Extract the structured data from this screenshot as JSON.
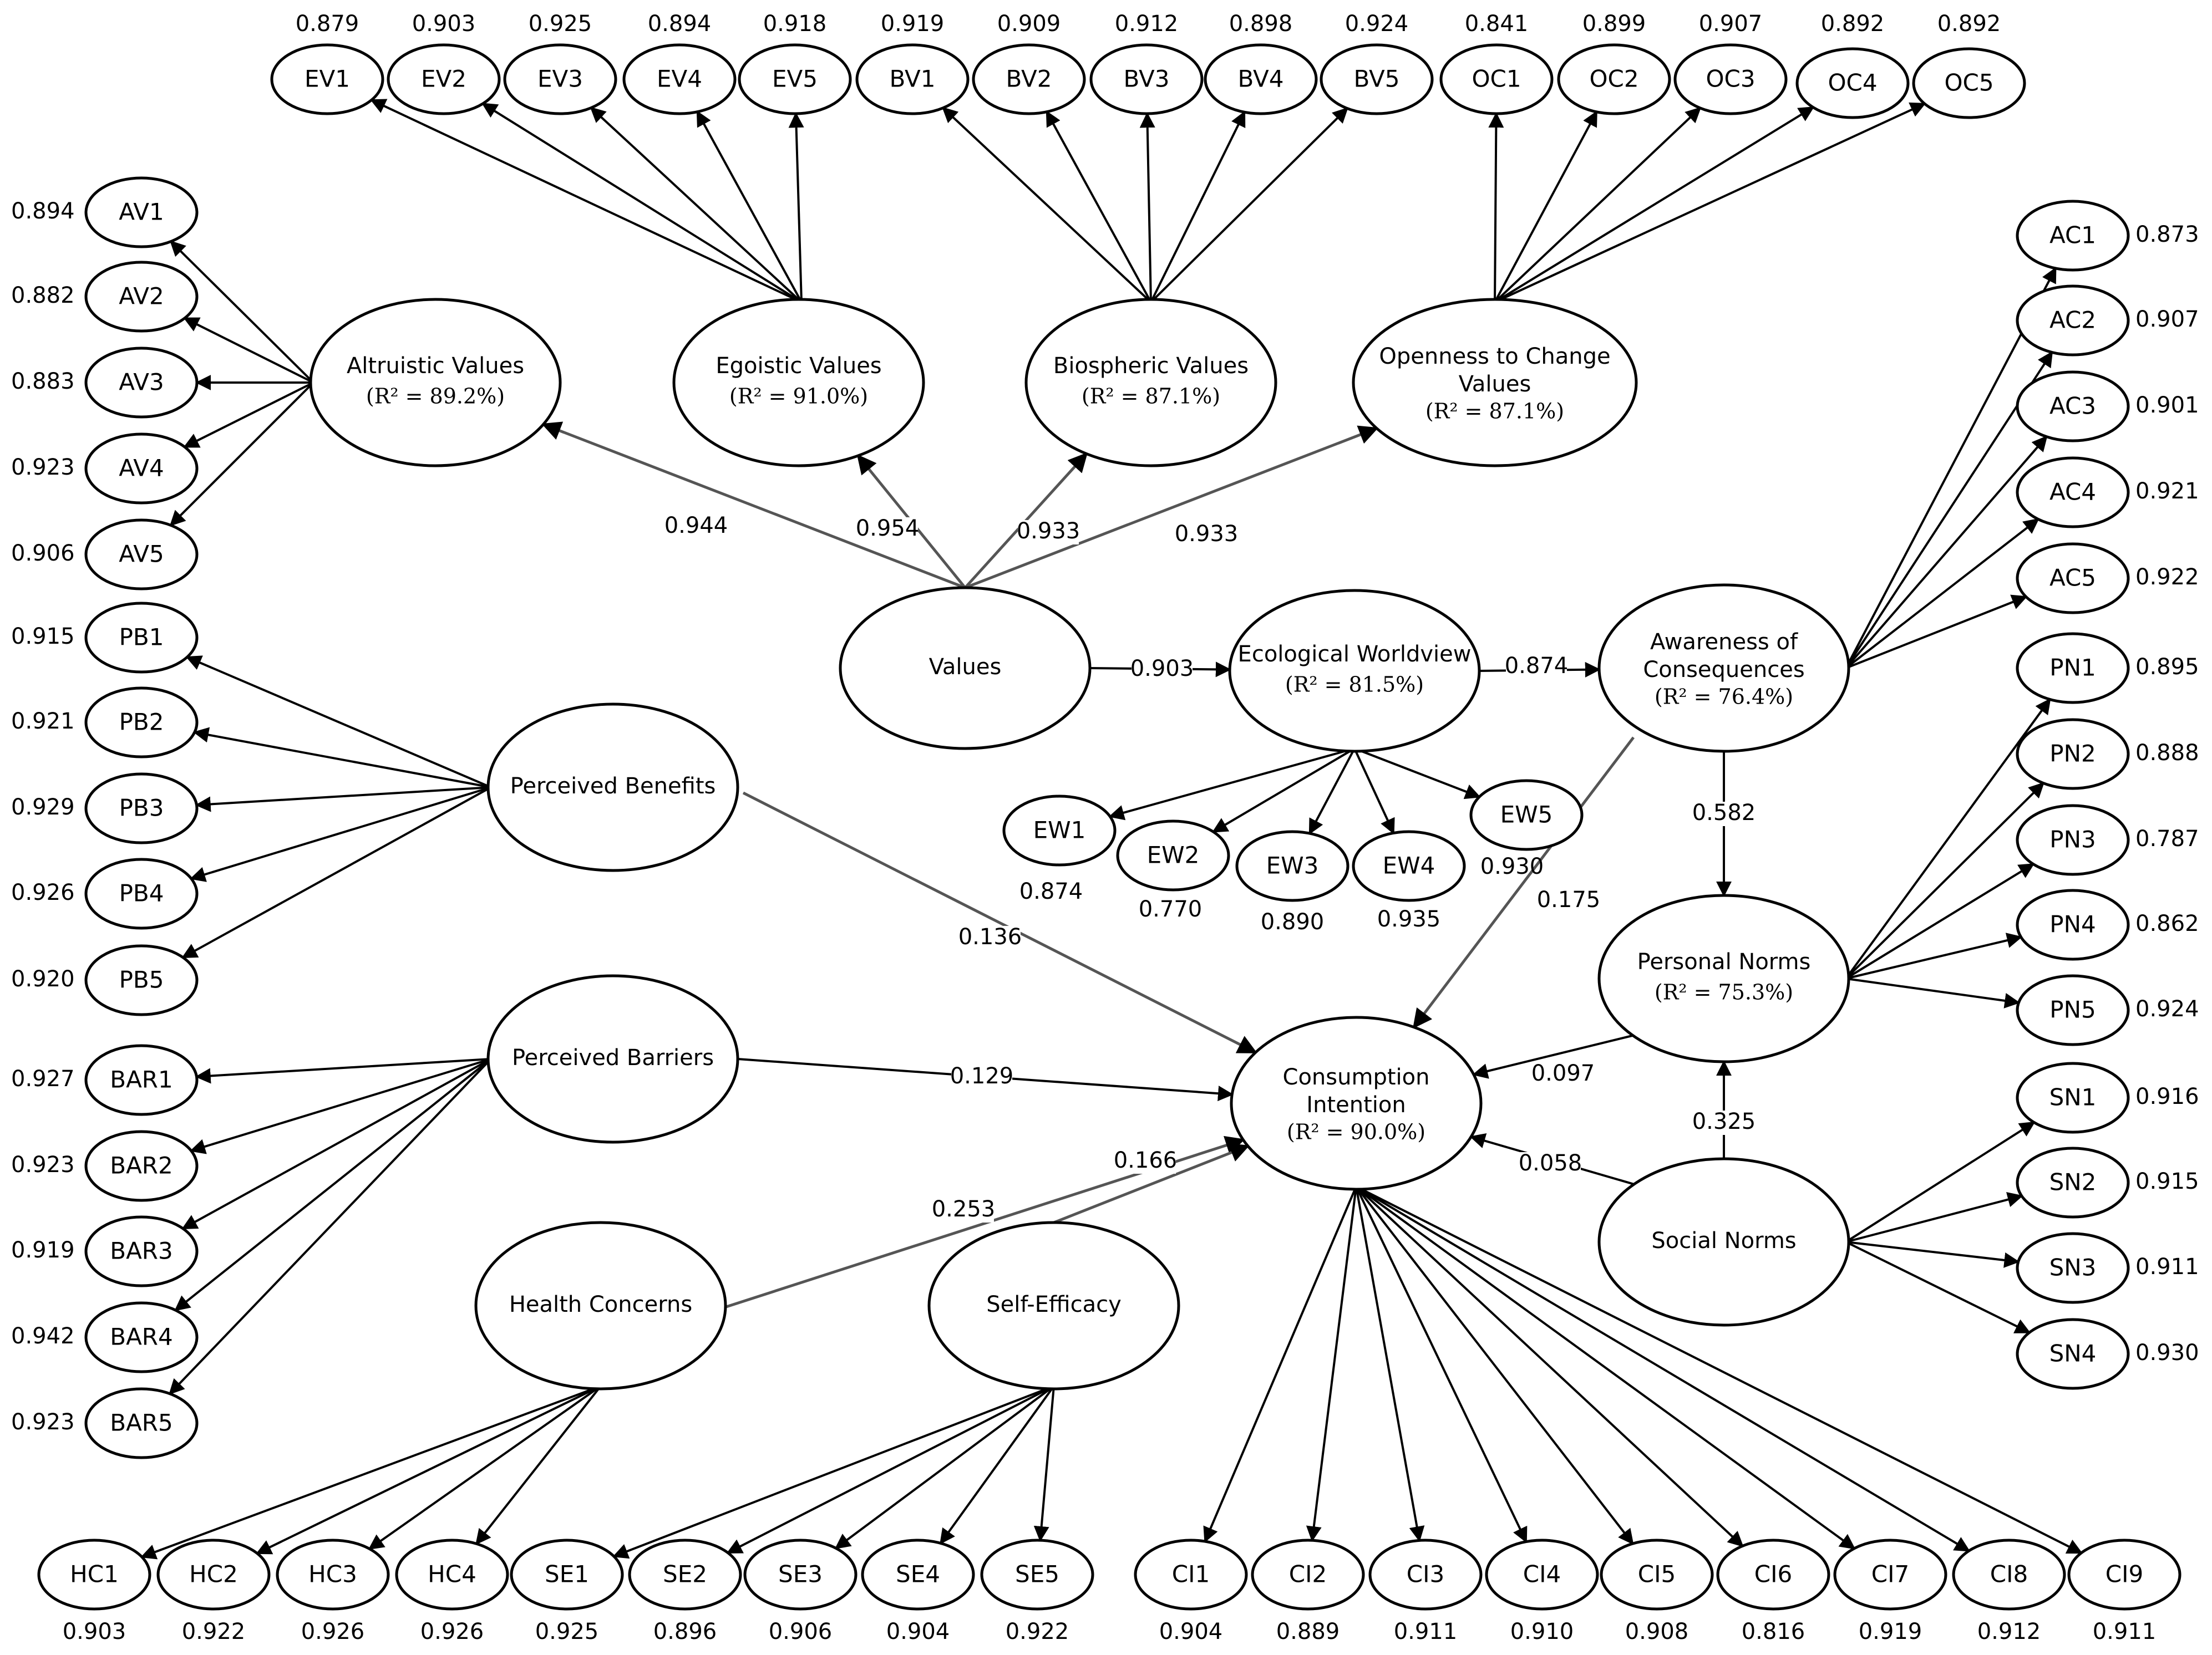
{
  "latents": {
    "altruistic": {
      "label": "Altruistic Values",
      "r2": "(R² = 89.2%)"
    },
    "egoistic": {
      "label": "Egoistic Values",
      "r2": "(R² = 91.0%)"
    },
    "biospheric": {
      "label": "Biospheric Values",
      "r2": "(R² = 87.1%)"
    },
    "openness": {
      "label1": "Openness to Change",
      "label2": "Values",
      "r2": "(R² = 87.1%)"
    },
    "values": {
      "label": "Values"
    },
    "ecological": {
      "label": "Ecological Worldview",
      "r2": "(R² = 81.5%)"
    },
    "awareness": {
      "label1": "Awareness of",
      "label2": "Consequences",
      "r2": "(R² = 76.4%)"
    },
    "personal_norms": {
      "label": "Personal Norms",
      "r2": "(R² = 75.3%)"
    },
    "social_norms": {
      "label": "Social Norms"
    },
    "perceived_benefits": {
      "label": "Perceived Benefits"
    },
    "perceived_barriers": {
      "label": "Perceived Barriers"
    },
    "consumption": {
      "label1": "Consumption",
      "label2": "Intention",
      "r2": "(R² = 90.0%)"
    },
    "health": {
      "label": "Health Concerns"
    },
    "self_efficacy": {
      "label": "Self-Efficacy"
    }
  },
  "indicators": {
    "EV": [
      {
        "label": "EV1",
        "loading": "0.879"
      },
      {
        "label": "EV2",
        "loading": "0.903"
      },
      {
        "label": "EV3",
        "loading": "0.925"
      },
      {
        "label": "EV4",
        "loading": "0.894"
      },
      {
        "label": "EV5",
        "loading": "0.918"
      }
    ],
    "BV": [
      {
        "label": "BV1",
        "loading": "0.919"
      },
      {
        "label": "BV2",
        "loading": "0.909"
      },
      {
        "label": "BV3",
        "loading": "0.912"
      },
      {
        "label": "BV4",
        "loading": "0.898"
      },
      {
        "label": "BV5",
        "loading": "0.924"
      }
    ],
    "OC": [
      {
        "label": "OC1",
        "loading": "0.841"
      },
      {
        "label": "OC2",
        "loading": "0.899"
      },
      {
        "label": "OC3",
        "loading": "0.907"
      },
      {
        "label": "OC4",
        "loading": "0.892"
      },
      {
        "label": "OC5",
        "loading": "0.892"
      }
    ],
    "AV": [
      {
        "label": "AV1",
        "loading": "0.894"
      },
      {
        "label": "AV2",
        "loading": "0.882"
      },
      {
        "label": "AV3",
        "loading": "0.883"
      },
      {
        "label": "AV4",
        "loading": "0.923"
      },
      {
        "label": "AV5",
        "loading": "0.906"
      }
    ],
    "PB": [
      {
        "label": "PB1",
        "loading": "0.915"
      },
      {
        "label": "PB2",
        "loading": "0.921"
      },
      {
        "label": "PB3",
        "loading": "0.929"
      },
      {
        "label": "PB4",
        "loading": "0.926"
      },
      {
        "label": "PB5",
        "loading": "0.920"
      }
    ],
    "BAR": [
      {
        "label": "BAR1",
        "loading": "0.927"
      },
      {
        "label": "BAR2",
        "loading": "0.923"
      },
      {
        "label": "BAR3",
        "loading": "0.919"
      },
      {
        "label": "BAR4",
        "loading": "0.942"
      },
      {
        "label": "BAR5",
        "loading": "0.923"
      }
    ],
    "AC": [
      {
        "label": "AC1",
        "loading": "0.873"
      },
      {
        "label": "AC2",
        "loading": "0.907"
      },
      {
        "label": "AC3",
        "loading": "0.901"
      },
      {
        "label": "AC4",
        "loading": "0.921"
      },
      {
        "label": "AC5",
        "loading": "0.922"
      }
    ],
    "PN": [
      {
        "label": "PN1",
        "loading": "0.895"
      },
      {
        "label": "PN2",
        "loading": "0.888"
      },
      {
        "label": "PN3",
        "loading": "0.787"
      },
      {
        "label": "PN4",
        "loading": "0.862"
      },
      {
        "label": "PN5",
        "loading": "0.924"
      }
    ],
    "SN": [
      {
        "label": "SN1",
        "loading": "0.916"
      },
      {
        "label": "SN2",
        "loading": "0.915"
      },
      {
        "label": "SN3",
        "loading": "0.911"
      },
      {
        "label": "SN4",
        "loading": "0.930"
      }
    ],
    "EW": [
      {
        "label": "EW1",
        "loading": "0.874"
      },
      {
        "label": "EW2",
        "loading": "0.770"
      },
      {
        "label": "EW3",
        "loading": "0.890"
      },
      {
        "label": "EW4",
        "loading": "0.935"
      },
      {
        "label": "EW5",
        "loading": "0.930"
      }
    ],
    "HC": [
      {
        "label": "HC1",
        "loading": "0.903"
      },
      {
        "label": "HC2",
        "loading": "0.922"
      },
      {
        "label": "HC3",
        "loading": "0.926"
      },
      {
        "label": "HC4",
        "loading": "0.926"
      }
    ],
    "SE": [
      {
        "label": "SE1",
        "loading": "0.925"
      },
      {
        "label": "SE2",
        "loading": "0.896"
      },
      {
        "label": "SE3",
        "loading": "0.906"
      },
      {
        "label": "SE4",
        "loading": "0.904"
      },
      {
        "label": "SE5",
        "loading": "0.922"
      }
    ],
    "CI": [
      {
        "label": "CI1",
        "loading": "0.904"
      },
      {
        "label": "CI2",
        "loading": "0.889"
      },
      {
        "label": "CI3",
        "loading": "0.911"
      },
      {
        "label": "CI4",
        "loading": "0.910"
      },
      {
        "label": "CI5",
        "loading": "0.908"
      },
      {
        "label": "CI6",
        "loading": "0.816"
      },
      {
        "label": "CI7",
        "loading": "0.919"
      },
      {
        "label": "CI8",
        "loading": "0.912"
      },
      {
        "label": "CI9",
        "loading": "0.911"
      }
    ]
  },
  "paths": {
    "values_altruistic": "0.944",
    "values_egoistic": "0.954",
    "values_biospheric": "0.933",
    "values_openness": "0.933",
    "values_ecological": "0.903",
    "ecological_awareness": "0.874",
    "awareness_personal": "0.582",
    "awareness_consumption": "0.175",
    "personal_consumption": "0.097",
    "social_personal": "0.325",
    "social_consumption": "0.058",
    "benefits_consumption": "0.136",
    "barriers_consumption": "0.129",
    "health_consumption": "0.253",
    "selfefficacy_consumption": "0.166"
  }
}
